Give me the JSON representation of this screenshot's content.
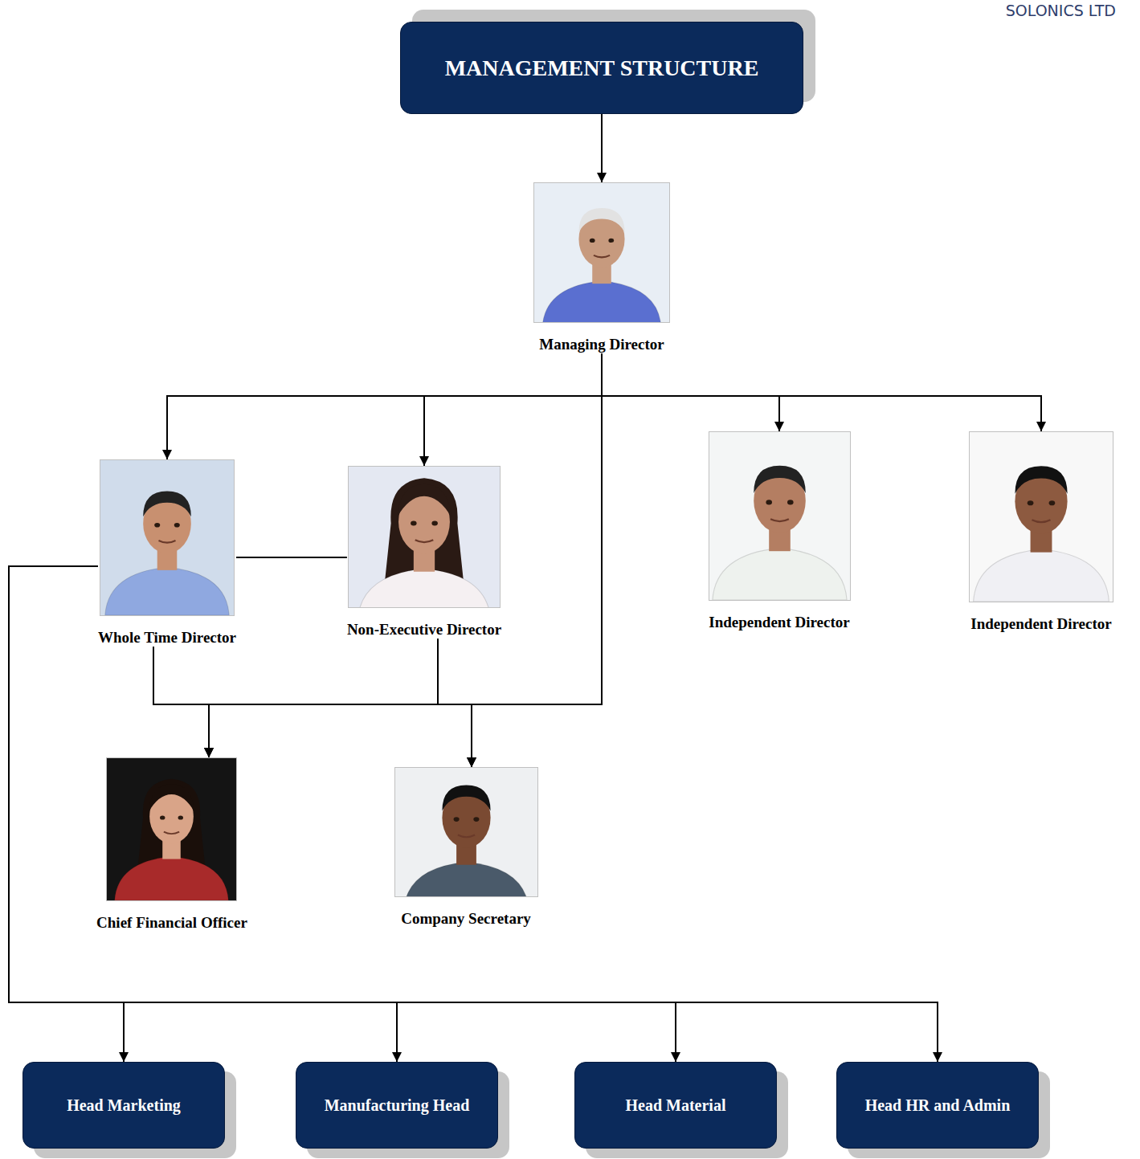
{
  "diagram": {
    "nodes": [
      {
        "text": [
          "MANAGEMENT STRUCTURE"
        ]
      },
      {
        "text": [
          "Managing Director"
        ]
      },
      {
        "text": [
          "Whole Time Director"
        ]
      },
      {
        "text": [
          "Non-Executive Director"
        ]
      },
      {
        "text": [
          "Independent Director"
        ]
      },
      {
        "text": [
          "Independent Director"
        ]
      },
      {
        "text": [
          "Chief Financial Officer"
        ]
      },
      {
        "text": [
          "Company Secretary"
        ]
      },
      {
        "text": [
          "Head Marketing"
        ]
      },
      {
        "text": [
          "Manufacturing Head"
        ]
      },
      {
        "text": [
          "Head Material"
        ]
      },
      {
        "text": [
          "Head HR and Admin"
        ]
      }
    ],
    "edges": [
      {
        "from": 0,
        "to": 1,
        "arrow": "to"
      },
      {
        "from": 1,
        "to": 2,
        "arrow": "to"
      },
      {
        "from": 1,
        "to": 3,
        "arrow": "to"
      },
      {
        "from": 1,
        "to": 4,
        "arrow": "to"
      },
      {
        "from": 1,
        "to": 5,
        "arrow": "to"
      },
      {
        "from": 2,
        "to": 3,
        "arrow": "none"
      },
      {
        "from": 2,
        "to": 6,
        "arrow": "to"
      },
      {
        "from": 2,
        "to": 7,
        "arrow": "to"
      },
      {
        "from": 3,
        "to": 6,
        "arrow": "to"
      },
      {
        "from": 3,
        "to": 7,
        "arrow": "to"
      },
      {
        "from": 1,
        "to": 6,
        "arrow": "to"
      },
      {
        "from": 1,
        "to": 7,
        "arrow": "to"
      },
      {
        "from": 2,
        "to": 8,
        "arrow": "to"
      },
      {
        "from": 2,
        "to": 9,
        "arrow": "to"
      },
      {
        "from": 2,
        "to": 10,
        "arrow": "to"
      },
      {
        "from": 2,
        "to": 11,
        "arrow": "to"
      }
    ],
    "labels": [
      "SOLONICS LTD"
    ]
  }
}
